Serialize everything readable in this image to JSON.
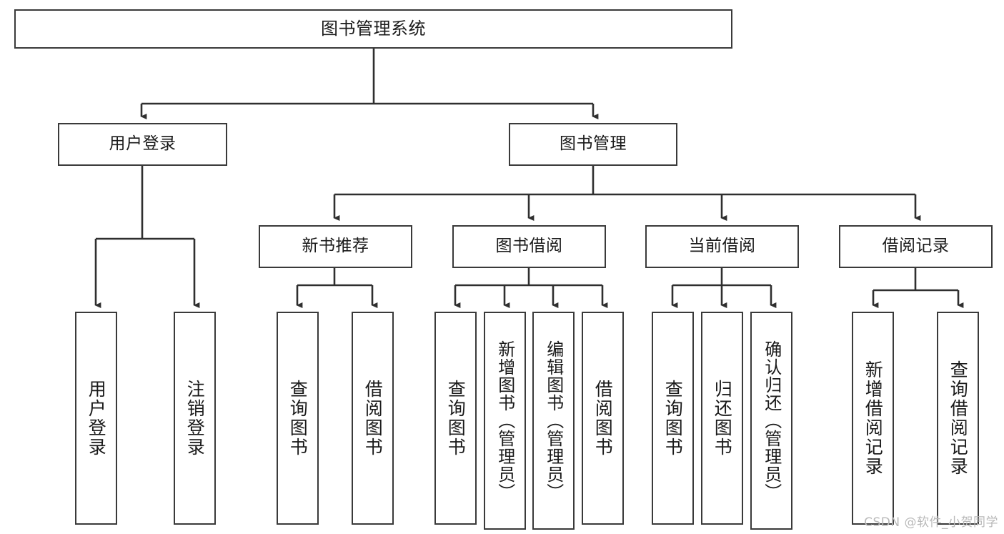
{
  "diagram": {
    "title": "图书管理系统",
    "watermark": "CSDN @软件_小贺同学"
  },
  "root": {
    "label": "图书管理系统"
  },
  "level2": [
    {
      "label": "用户登录"
    },
    {
      "label": "图书管理"
    }
  ],
  "level3": [
    {
      "label": "新书推荐"
    },
    {
      "label": "图书借阅"
    },
    {
      "label": "当前借阅"
    },
    {
      "label": "借阅记录"
    }
  ],
  "leaves": {
    "user_login": [
      {
        "label": "用户登录"
      },
      {
        "label": "注销登录"
      }
    ],
    "new_book": [
      {
        "label": "查询图书"
      },
      {
        "label": "借阅图书"
      }
    ],
    "book_borrow": [
      {
        "label": "查询图书"
      },
      {
        "label": "新增图书（管理员）"
      },
      {
        "label": "编辑图书（管理员）"
      },
      {
        "label": "借阅图书"
      }
    ],
    "current_borrow": [
      {
        "label": "查询图书"
      },
      {
        "label": "归还图书"
      },
      {
        "label": "确认归还（管理员）"
      }
    ],
    "borrow_record": [
      {
        "label": "新增借阅记录"
      },
      {
        "label": "查询借阅记录"
      }
    ]
  },
  "colors": {
    "stroke": "#3a3a3a",
    "background": "#ffffff",
    "text": "#1a1a1a",
    "watermark": "#b9b9b9"
  }
}
